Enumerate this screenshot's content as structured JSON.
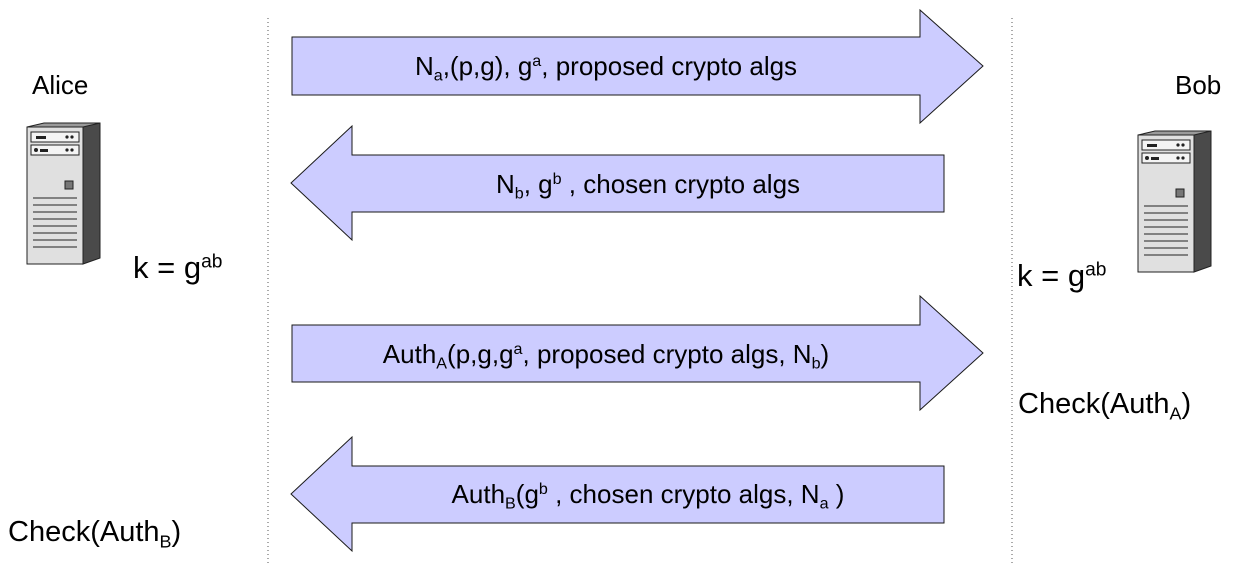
{
  "parties": {
    "alice": {
      "name": "Alice",
      "key": {
        "base": "k = g",
        "exp": "ab"
      },
      "check": {
        "pre": "Check(Auth",
        "sub": "B",
        "post": ")"
      }
    },
    "bob": {
      "name": "Bob",
      "key": {
        "base": "k = g",
        "exp": "ab"
      },
      "check": {
        "pre": "Check(Auth",
        "sub": "A",
        "post": ")"
      }
    }
  },
  "messages": [
    {
      "direction": "right",
      "t1": "N",
      "t1_sub": "a",
      "t2": ",(p,g), g",
      "t2_sup": "a",
      "t3": ", proposed crypto algs"
    },
    {
      "direction": "left",
      "t1": "N",
      "t1_sub": "b",
      "t2": ", g",
      "t2_sup": "b",
      "t3": " , chosen crypto algs"
    },
    {
      "direction": "right",
      "t1": "Auth",
      "t1_sub": "A",
      "t2": "(p,g,g",
      "t2_sup": "a",
      "t3": ", proposed crypto algs, N",
      "t3_sub": "b",
      "t4": ")"
    },
    {
      "direction": "left",
      "t1": "Auth",
      "t1_sub": "B",
      "t2": "(g",
      "t2_sup": "b",
      "t3": " , chosen crypto algs, N",
      "t3_sub": "a",
      "t4": " )"
    }
  ],
  "colors": {
    "arrow_fill": "#ccccff",
    "arrow_stroke": "#1a1a1a",
    "server_light": "#e0e0e0",
    "server_dark": "#4a4a4a"
  },
  "icons": [
    "server-icon-alice",
    "server-icon-bob"
  ]
}
